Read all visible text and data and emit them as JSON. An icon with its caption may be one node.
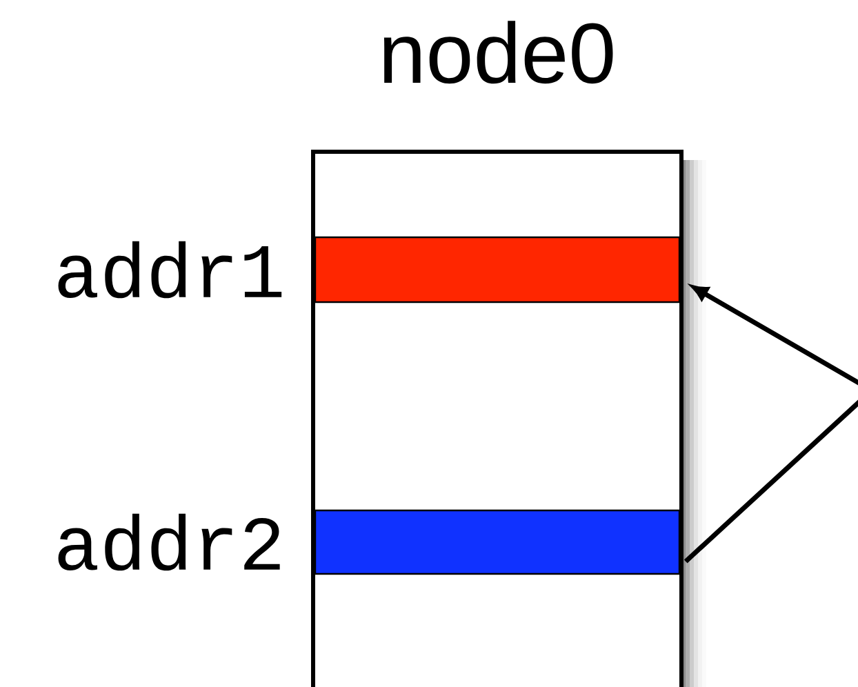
{
  "diagram": {
    "nodes": [
      {
        "text": [
          "node0"
        ]
      },
      {
        "text": [],
        "shape": "bar",
        "beside": [
          "addr1"
        ],
        "in": 0
      },
      {
        "text": [],
        "shape": "bar",
        "beside": [
          "addr2"
        ],
        "in": 0
      }
    ],
    "edges": [
      {
        "from": 2,
        "to": 1,
        "arrow": "to"
      }
    ]
  }
}
